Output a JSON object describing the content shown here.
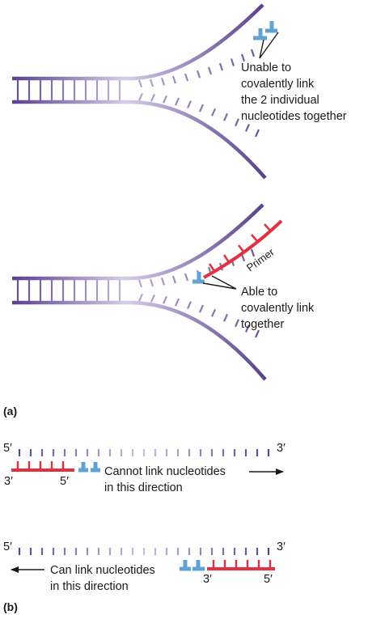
{
  "colors": {
    "dna_dark": "#5b3f8c",
    "dna_light": "#ccc2e2",
    "primer": "#e2323f",
    "nucleotide": "#5fa3d6",
    "text": "#1a1a1a"
  },
  "part_a": {
    "label": "(a)",
    "panel1": {
      "note_lines": [
        "Unable to",
        "covalently link",
        "the 2 individual",
        "nucleotides together"
      ]
    },
    "panel2": {
      "primer_label": "Primer",
      "note_lines": [
        "Able to",
        "covalently link",
        "together"
      ]
    }
  },
  "part_b": {
    "label": "(b)",
    "row1": {
      "top_5": "5′",
      "top_3": "3′",
      "primer_3": "3′",
      "primer_5": "5′",
      "note_lines": [
        "Cannot link nucleotides",
        "in this direction"
      ]
    },
    "row2": {
      "top_5": "5′",
      "top_3": "3′",
      "primer_3": "3′",
      "primer_5": "5′",
      "note_lines": [
        "Can link nucleotides",
        "in this direction"
      ]
    }
  }
}
